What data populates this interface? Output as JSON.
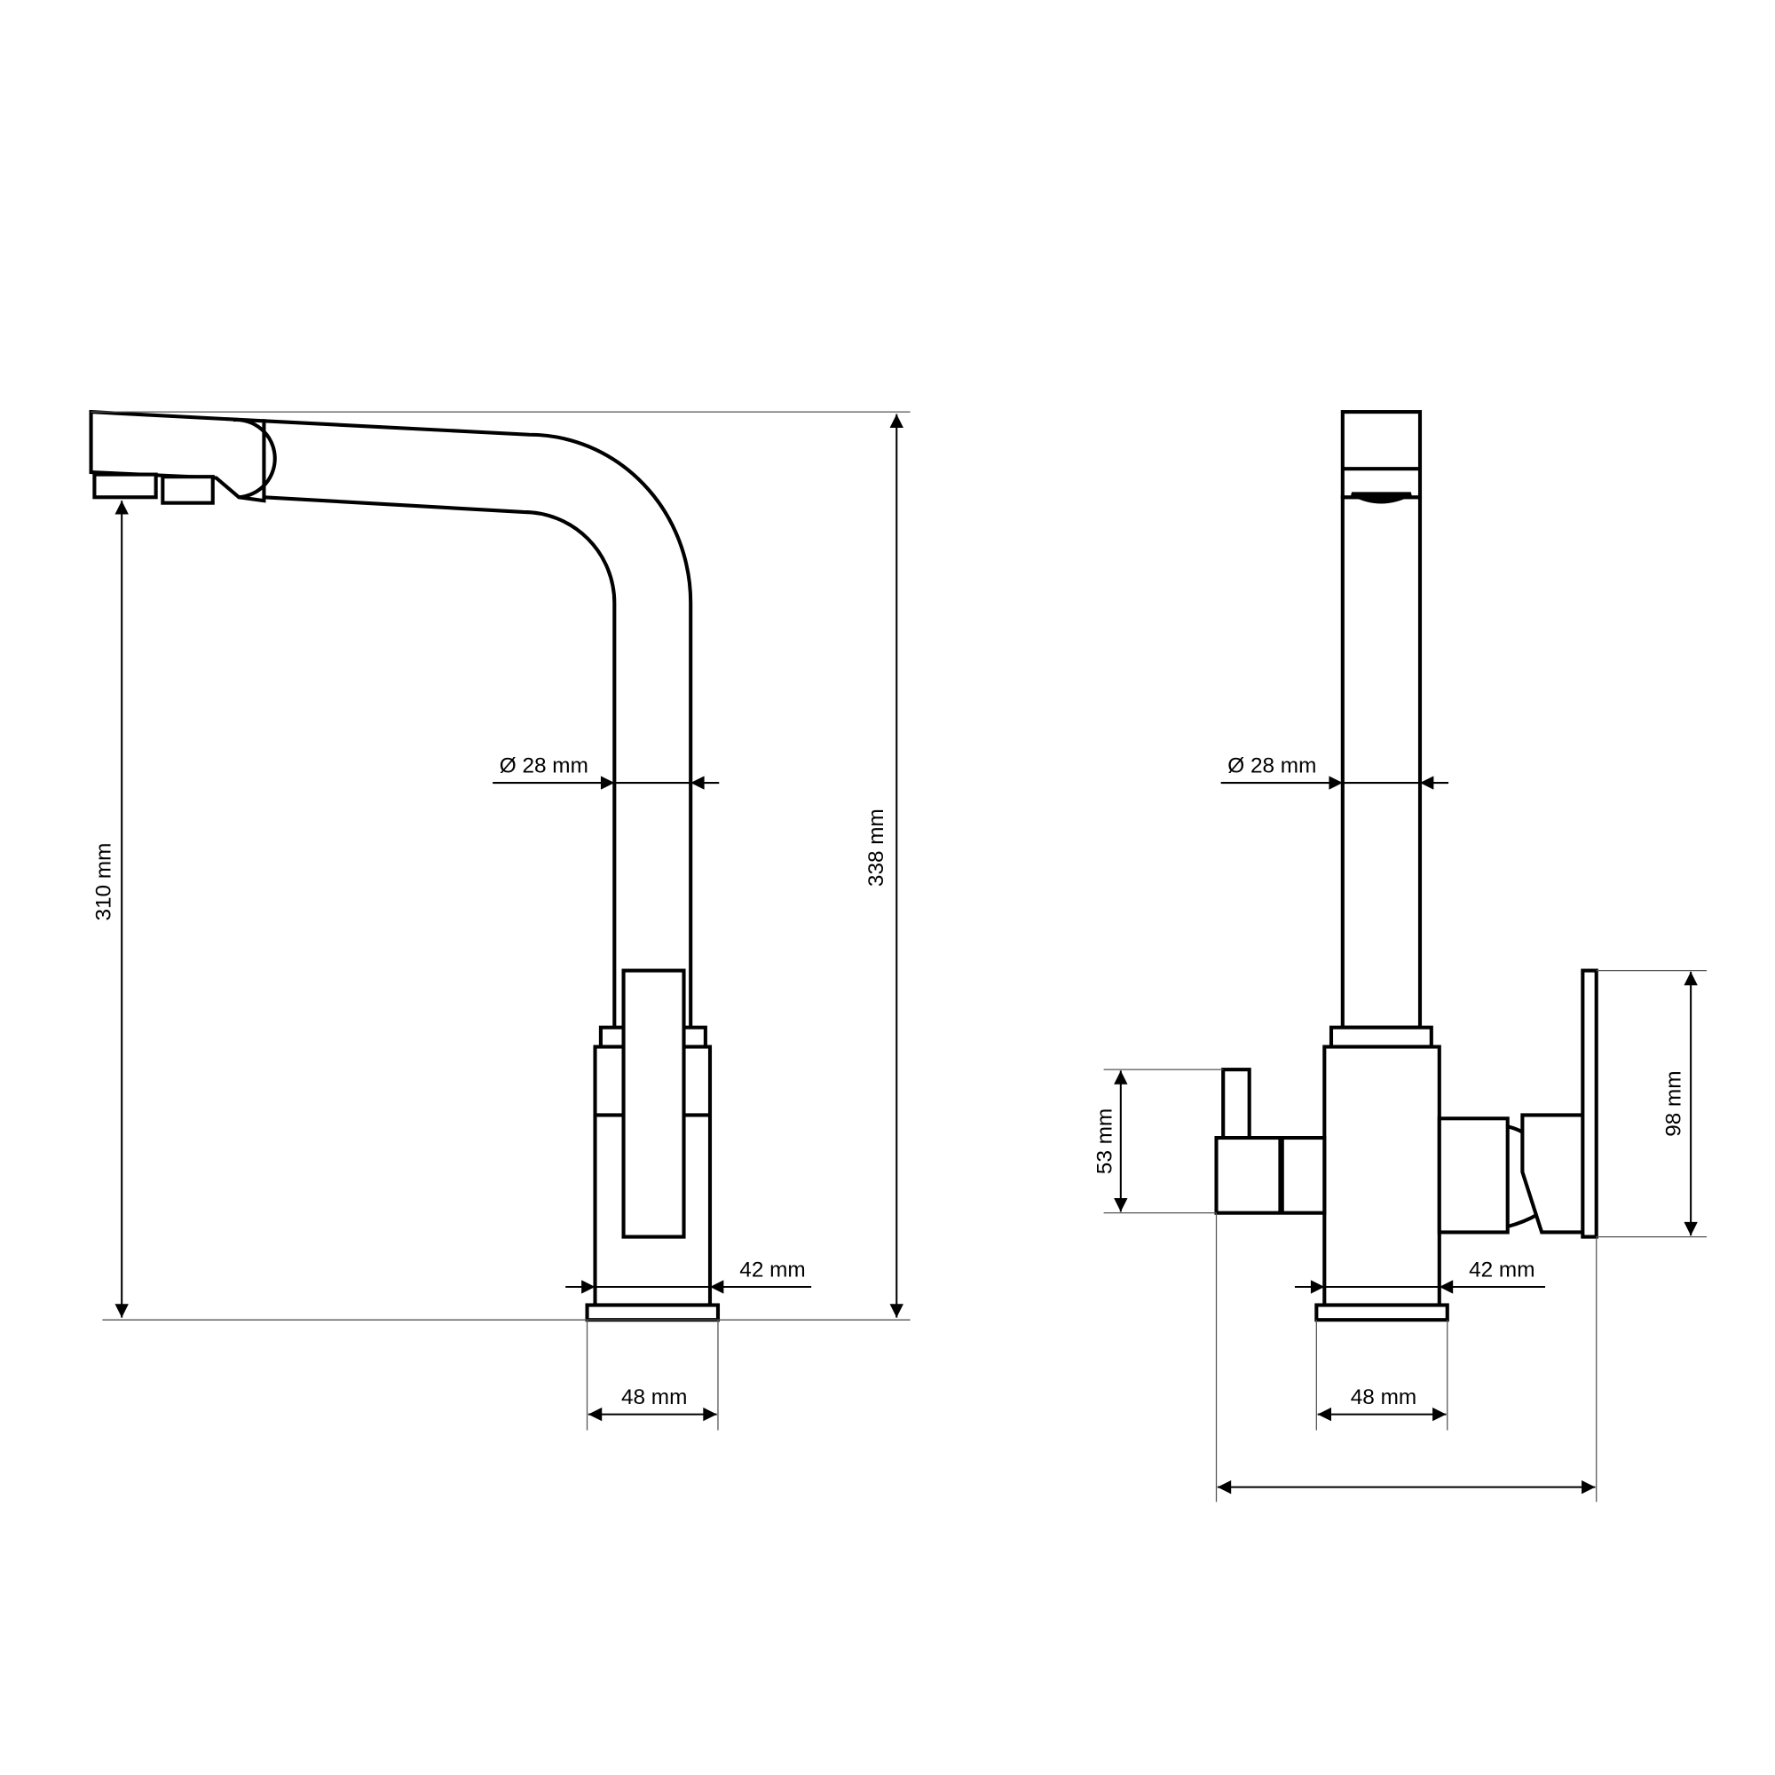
{
  "drawing": {
    "side_view": {
      "total_height": "338 mm",
      "spout_height": "310 mm",
      "tube_diameter": "Ø 28 mm",
      "body_width": "42 mm",
      "base_width": "48 mm"
    },
    "front_view": {
      "tube_diameter": "Ø 28 mm",
      "body_width": "42 mm",
      "base_width": "48 mm",
      "left_valve_height": "53 mm",
      "right_plate_height": "98 mm"
    },
    "colors": {
      "line": "#000000",
      "background": "#ffffff"
    }
  }
}
